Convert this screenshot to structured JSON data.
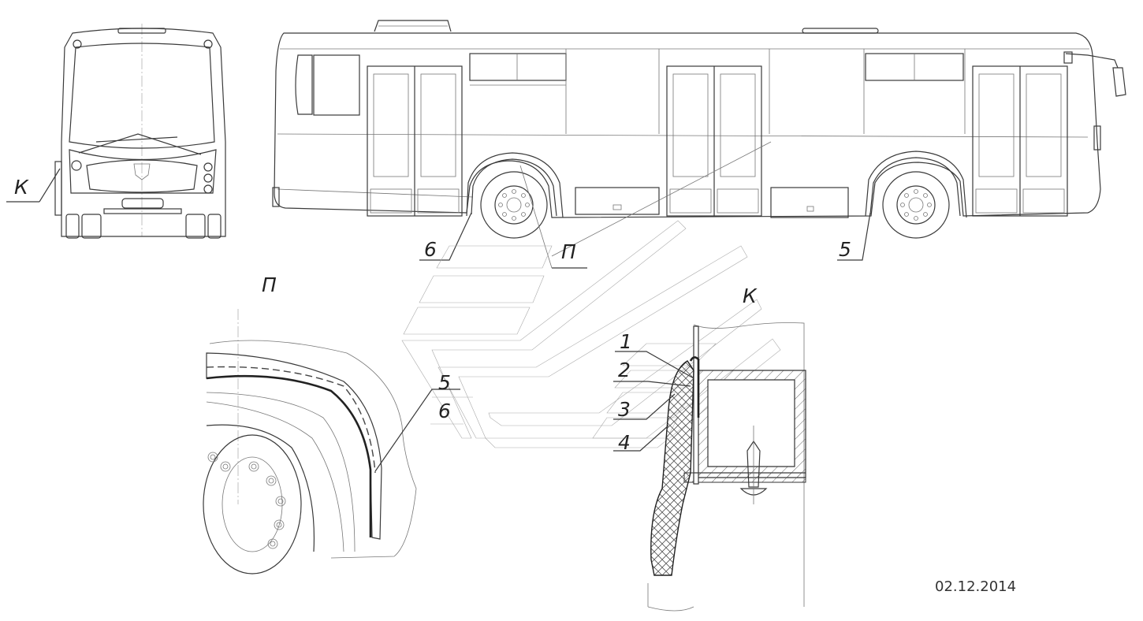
{
  "drawing": {
    "date": "02.12.2014",
    "view_labels": {
      "front_callout": "К",
      "detail_callout_side": "П",
      "detail_P_title": "П",
      "detail_K_title": "К"
    },
    "callouts": {
      "side_6": "6",
      "side_5": "5",
      "detail_P_5": "5",
      "detail_P_6": "6",
      "detail_K_1": "1",
      "detail_K_2": "2",
      "detail_K_3": "3",
      "detail_K_4": "4"
    }
  },
  "colors": {
    "line": "#3a3a3a",
    "thin": "#777777",
    "hatch": "#555555",
    "background": "#ffffff"
  }
}
